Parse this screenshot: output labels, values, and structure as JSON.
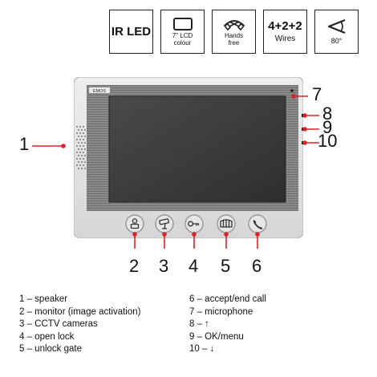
{
  "features": [
    {
      "id": "ir-led",
      "big": "IR LED",
      "small": ""
    },
    {
      "id": "lcd",
      "big": "",
      "small": "7\" LCD\ncolour"
    },
    {
      "id": "handsfree",
      "big": "",
      "small": "Hands\nfree"
    },
    {
      "id": "wires",
      "big": "4+2+2",
      "small": "Wires"
    },
    {
      "id": "angle",
      "big": "",
      "small": "80°"
    }
  ],
  "brand": "EMOS",
  "callouts": [
    "1",
    "2",
    "3",
    "4",
    "5",
    "6",
    "7",
    "8",
    "9",
    "10"
  ],
  "legend_left": [
    "1 – speaker",
    "2 – monitor (image activation)",
    "3 – CCTV cameras",
    "4 – open lock",
    "5 – unlock gate"
  ],
  "legend_right": [
    "6 – accept/end call",
    "7 – microphone",
    "8 – ↑",
    "9 – OK/menu",
    "10 – ↓"
  ],
  "colors": {
    "frame": "#7d7d7d",
    "shell": "#e3e3e3",
    "screen": "#3a3a3a",
    "callout": "#d8232a"
  }
}
